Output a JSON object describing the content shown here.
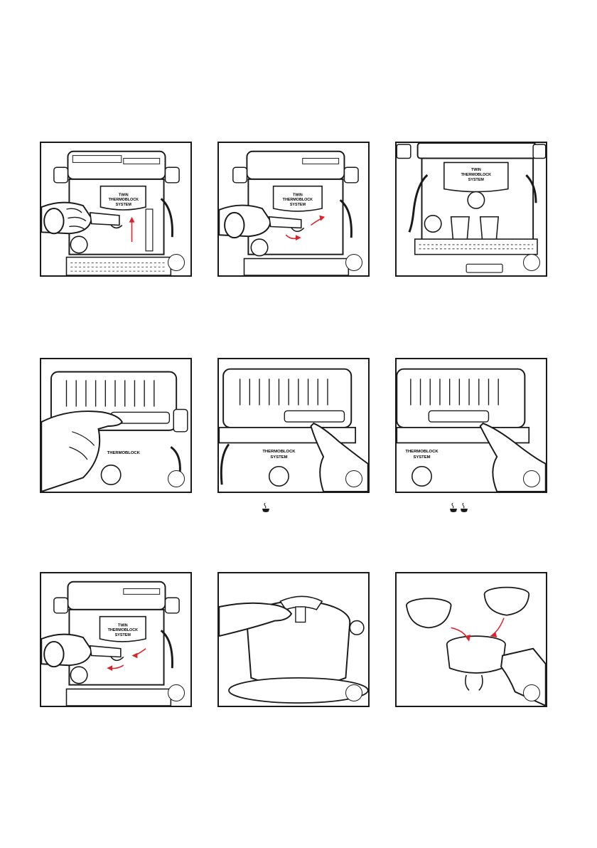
{
  "panels": [
    {
      "id": "p1",
      "scene": "attach-filter-holder",
      "engraving": [
        "TWIN",
        "THERMOBLOCK",
        "SYSTEM"
      ],
      "step_number": ""
    },
    {
      "id": "p2",
      "scene": "rotate-filter-holder",
      "engraving": [
        "TWIN",
        "THERMOBLOCK",
        "SYSTEM"
      ],
      "step_number": ""
    },
    {
      "id": "p3",
      "scene": "two-glasses-under-spouts",
      "engraving": [
        "TWIN",
        "THERMOBLOCK",
        "SYSTEM"
      ],
      "step_number": ""
    },
    {
      "id": "p4",
      "scene": "press-left-button",
      "engraving": [
        "THERMOBLOCK"
      ],
      "step_number": ""
    },
    {
      "id": "p5",
      "scene": "press-one-cup-button",
      "engraving": [
        "THERMOBLOCK",
        "SYSTEM"
      ],
      "step_number": ""
    },
    {
      "id": "p6",
      "scene": "press-two-cup-button",
      "engraving": [
        "THERMOBLOCK",
        "SYSTEM"
      ],
      "step_number": ""
    },
    {
      "id": "p7",
      "scene": "remove-filter-holder",
      "engraving": [
        "TWIN",
        "THERMOBLOCK",
        "SYSTEM"
      ],
      "step_number": ""
    },
    {
      "id": "p8",
      "scene": "knock-box-tamping",
      "engraving": [],
      "step_number": ""
    },
    {
      "id": "p9",
      "scene": "swap-filter-baskets",
      "engraving": [],
      "step_number": ""
    }
  ],
  "icons": {
    "one_cup": "one-cup-icon",
    "two_cup": "two-cup-icon"
  },
  "colors": {
    "line": "#1a1a1a",
    "arrow": "#d8232a",
    "background": "#ffffff"
  }
}
